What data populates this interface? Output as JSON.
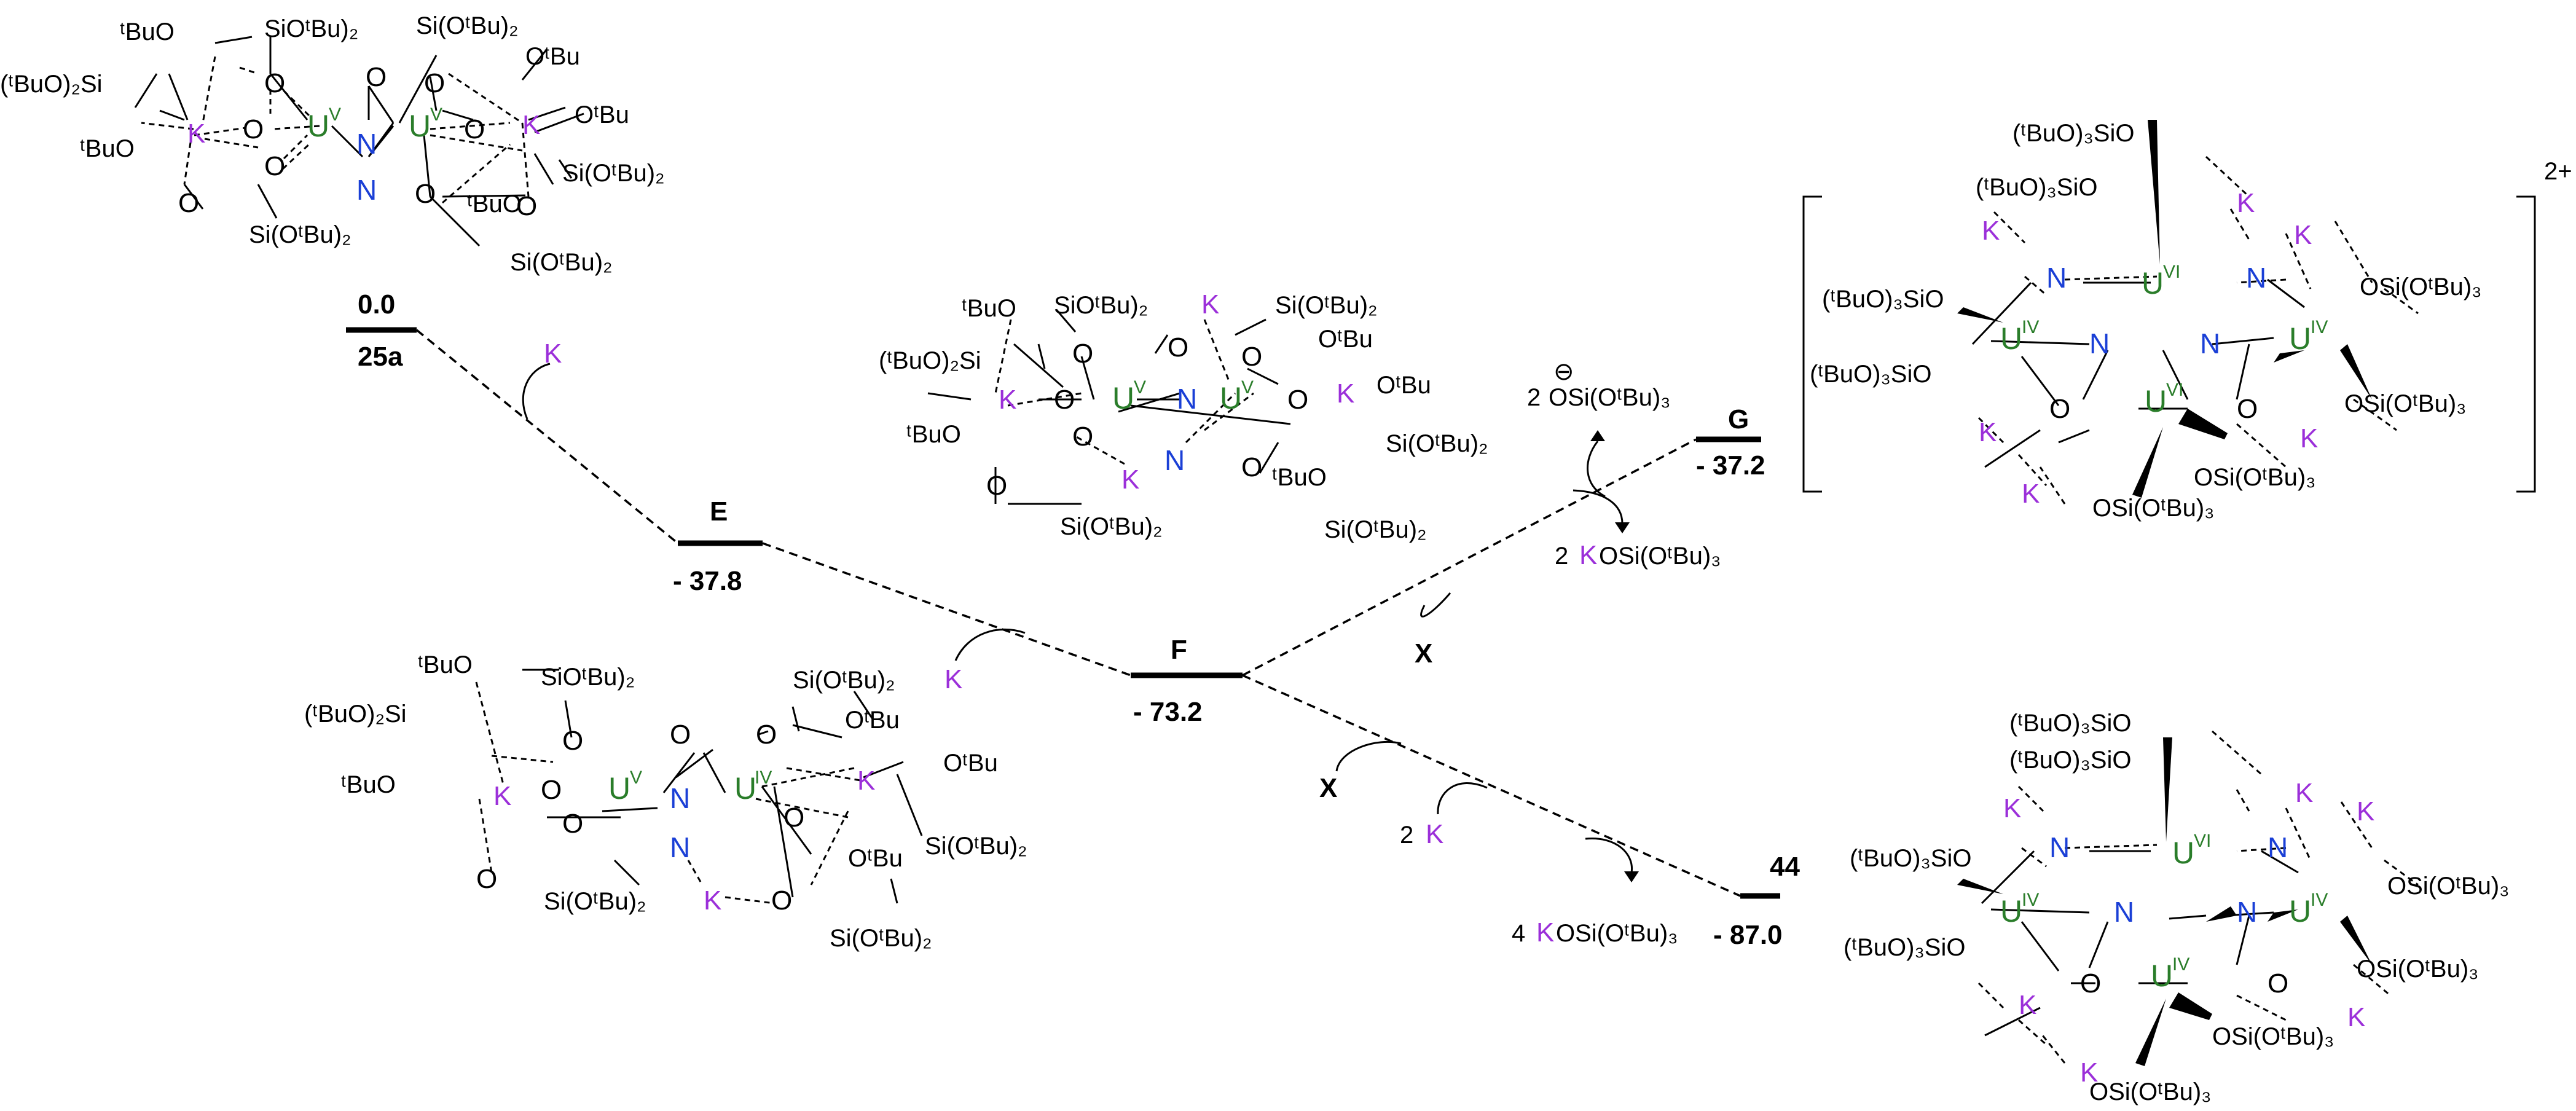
{
  "levels": {
    "s25a": {
      "id": "25a",
      "energy": "0.0"
    },
    "E": {
      "id": "E",
      "energy": "- 37.8"
    },
    "F": {
      "id": "F",
      "energy": "- 73.2"
    },
    "G": {
      "id": "G",
      "energy": "- 37.2"
    },
    "s44": {
      "id": "44",
      "energy": "- 87.0"
    }
  },
  "reagents": {
    "k1": "K",
    "k2": "K",
    "x1": "X",
    "x2": "X",
    "k_2": "2",
    "k_2b": "K",
    "osi_anion": "2",
    "osi_anion_b": "OSi(OᵗBu)₃",
    "osi_anion_charge": "⊖",
    "kosi_2": "2",
    "kosi_2b": "K",
    "kosi_2c": "OSi(OᵗBu)₃",
    "kosi_4": "4",
    "kosi_4b": "K",
    "kosi_4c": "OSi(OᵗBu)₃"
  },
  "charge": "2+",
  "atoms": {
    "U": "U",
    "N": "N",
    "K": "K",
    "O": "O",
    "UV": "V",
    "UIV": "IV",
    "UVI": "VI"
  },
  "groups": {
    "tBuO": "ᵗBuO",
    "OtBu": "OᵗBu",
    "tBuO2Si": "(ᵗBuO)₂Si",
    "SiOtBu2": "Si(OᵗBu)₂",
    "SiOtBu2_r": "SiOᵗBu)₂",
    "tBuO3SiO": "(ᵗBuO)₃SiO",
    "OSiOtBu3": "OSi(OᵗBu)₃"
  }
}
